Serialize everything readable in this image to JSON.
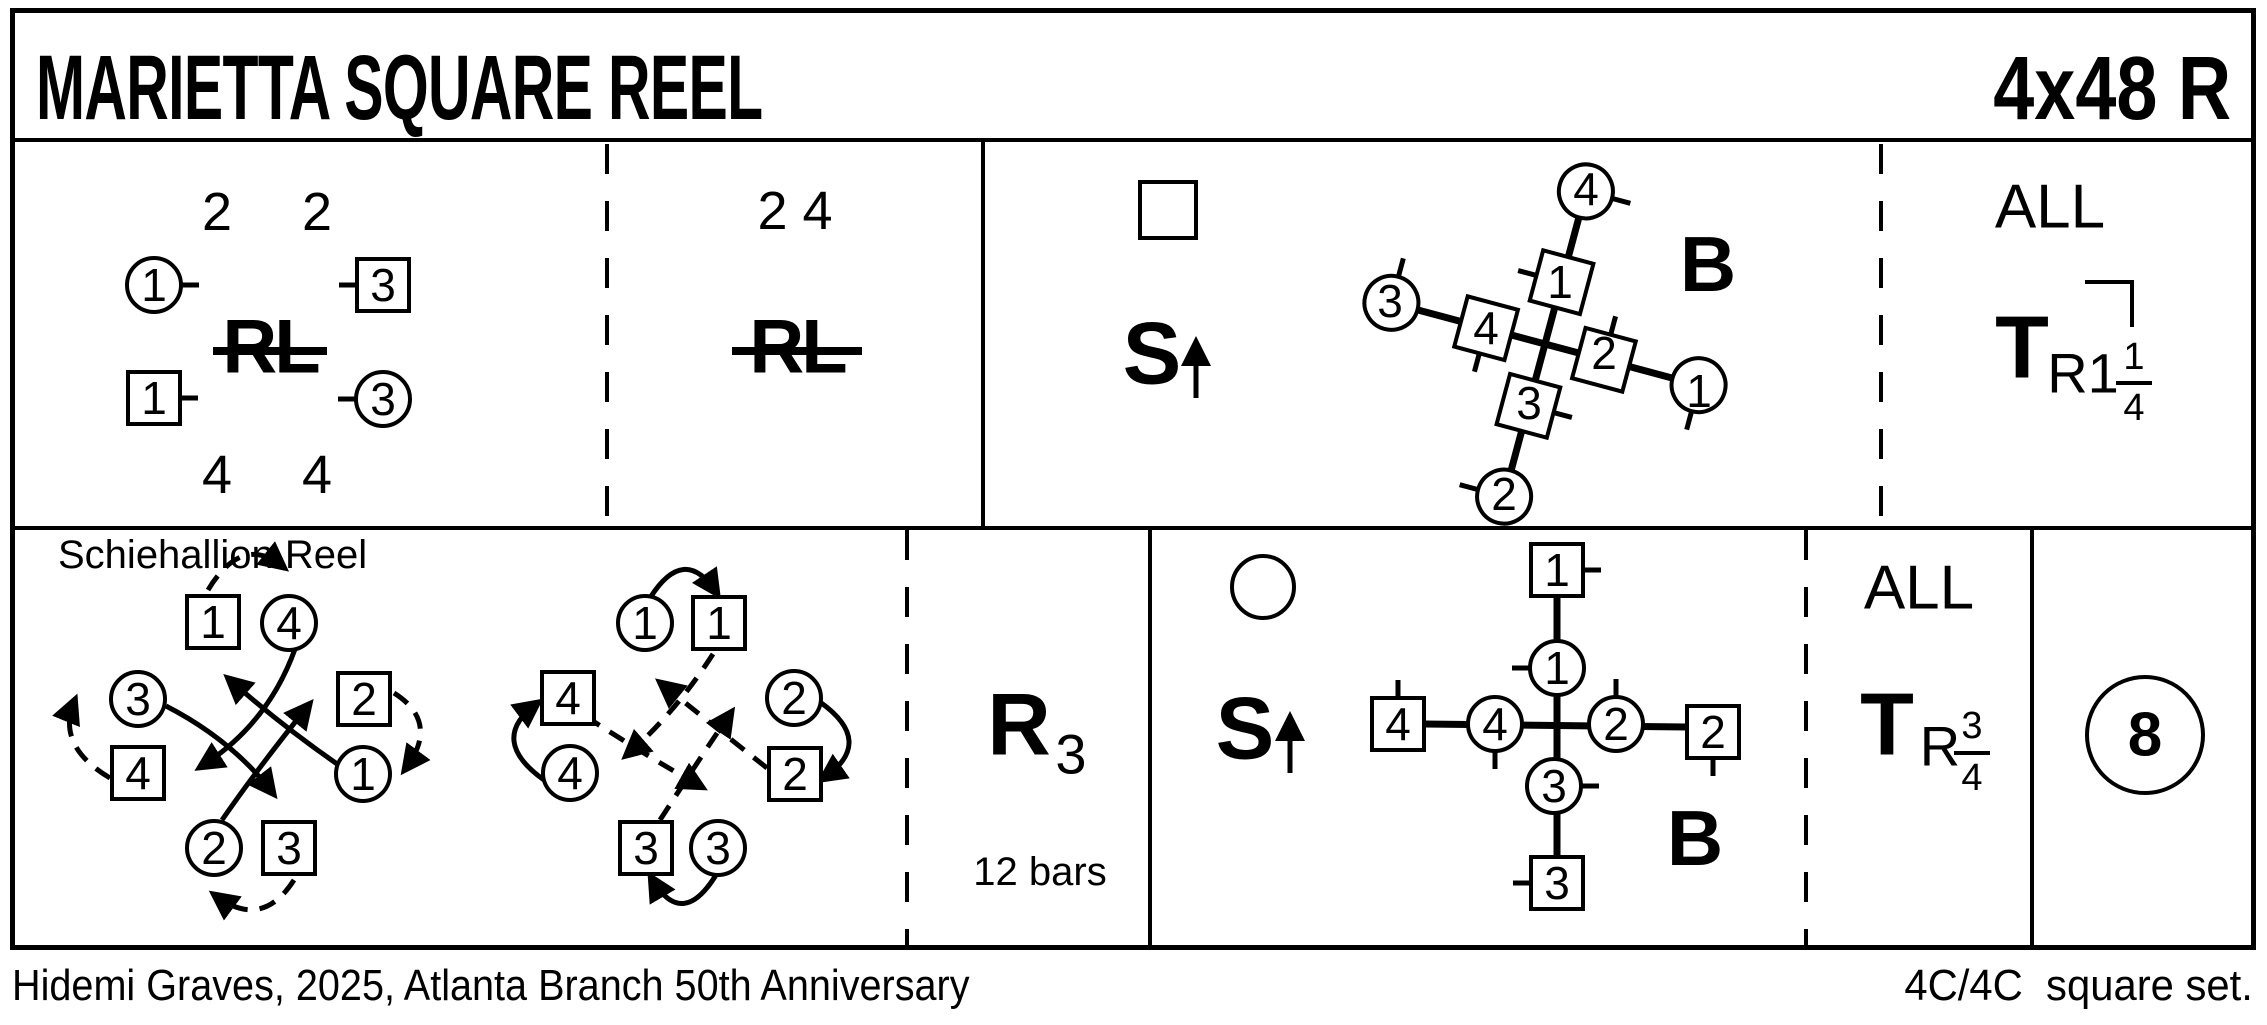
{
  "header": {
    "title": "MARIETTA SQUARE REEL",
    "repeats": "4x48 R"
  },
  "footer": {
    "left": "Hidemi Graves, 2025, Atlanta Branch 50th Anniversary",
    "right": "4C/4C  square set."
  },
  "colors": {
    "ink": "#000000",
    "paper": "#ffffff"
  },
  "row1": {
    "cell1": {
      "figure": "RL",
      "corners": {
        "top_left": "2",
        "top_right": "2",
        "bottom_left": "4",
        "bottom_right": "4"
      },
      "dancers": [
        {
          "shape": "circle",
          "label": "1"
        },
        {
          "shape": "square",
          "label": "3"
        },
        {
          "shape": "square",
          "label": "1"
        },
        {
          "shape": "circle",
          "label": "3"
        }
      ]
    },
    "cell2": {
      "numbers": "2 4",
      "figure": "RL"
    },
    "cell3": {
      "marker": "square-outline",
      "figure": "S",
      "direction": "up",
      "balance_label": "B",
      "dancers": [
        {
          "shape": "circle",
          "label": "4"
        },
        {
          "shape": "circle",
          "label": "3"
        },
        {
          "shape": "circle",
          "label": "1"
        },
        {
          "shape": "circle",
          "label": "2"
        },
        {
          "shape": "square",
          "label": "1"
        },
        {
          "shape": "square",
          "label": "4"
        },
        {
          "shape": "square",
          "label": "2"
        },
        {
          "shape": "square",
          "label": "3"
        }
      ]
    },
    "cell4": {
      "who": "ALL",
      "figure": "T",
      "subscript": "R1",
      "fraction_num": "1",
      "fraction_den": "4"
    }
  },
  "row2": {
    "cell1": {
      "heading": "Schiehallion Reel",
      "diagram1": [
        {
          "shape": "square",
          "label": "1"
        },
        {
          "shape": "circle",
          "label": "4"
        },
        {
          "shape": "circle",
          "label": "3"
        },
        {
          "shape": "square",
          "label": "2"
        },
        {
          "shape": "square",
          "label": "4"
        },
        {
          "shape": "circle",
          "label": "1"
        },
        {
          "shape": "circle",
          "label": "2"
        },
        {
          "shape": "square",
          "label": "3"
        }
      ],
      "diagram2": [
        {
          "shape": "circle",
          "label": "1"
        },
        {
          "shape": "square",
          "label": "1"
        },
        {
          "shape": "square",
          "label": "4"
        },
        {
          "shape": "circle",
          "label": "2"
        },
        {
          "shape": "circle",
          "label": "4"
        },
        {
          "shape": "square",
          "label": "2"
        },
        {
          "shape": "square",
          "label": "3"
        },
        {
          "shape": "circle",
          "label": "3"
        }
      ]
    },
    "cell2": {
      "figure": "R",
      "subscript": "3",
      "duration": "12 bars"
    },
    "cell3": {
      "marker": "circle-outline",
      "figure": "S",
      "direction": "up",
      "balance_label": "B",
      "dancers": [
        {
          "shape": "square",
          "label": "1"
        },
        {
          "shape": "circle",
          "label": "1"
        },
        {
          "shape": "square",
          "label": "4"
        },
        {
          "shape": "circle",
          "label": "4"
        },
        {
          "shape": "circle",
          "label": "2"
        },
        {
          "shape": "square",
          "label": "2"
        },
        {
          "shape": "circle",
          "label": "3"
        },
        {
          "shape": "square",
          "label": "3"
        }
      ]
    },
    "cell4": {
      "who": "ALL",
      "figure": "T",
      "subscript": "R",
      "fraction_num": "3",
      "fraction_den": "4"
    },
    "cell5": {
      "count": "8"
    }
  }
}
